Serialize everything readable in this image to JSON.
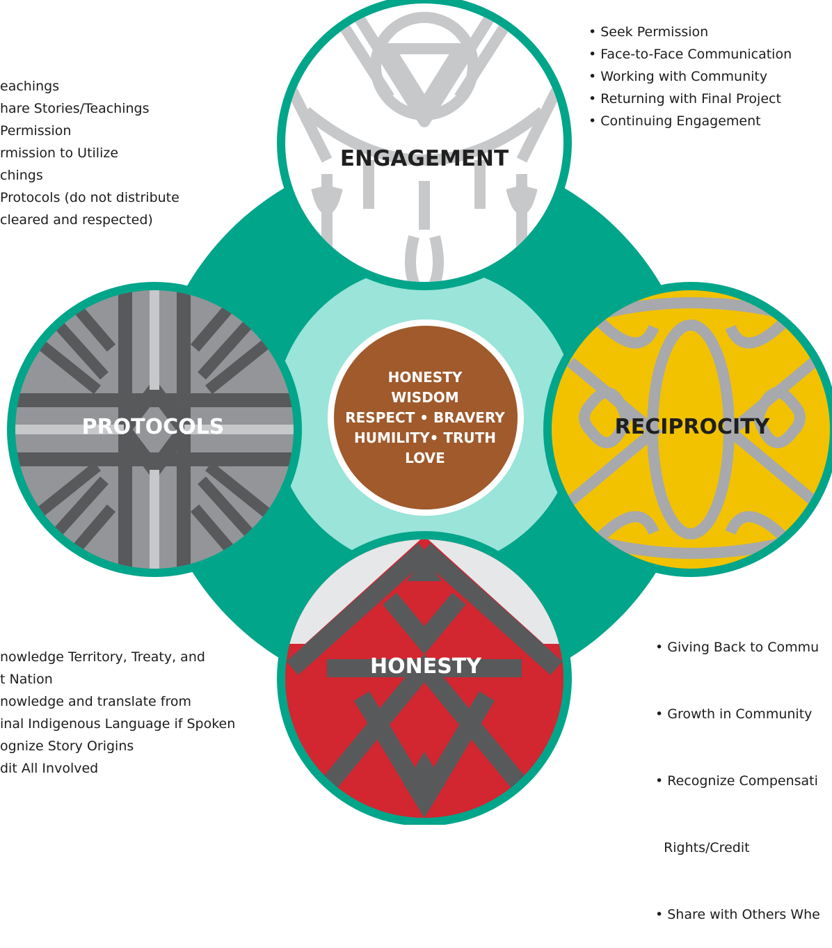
{
  "colors": {
    "ring": "#00A58A",
    "inner_ring": "#9AE4D9",
    "core": "#A05A2C",
    "engagement_bg": "#FFFFFF",
    "protocols_bg": "#939598",
    "reciprocity_bg": "#F2C200",
    "honesty_bg": "#D22630",
    "pattern_dark": "#58595B",
    "pattern_light": "#C7C8CA"
  },
  "center": {
    "lines": [
      "HONESTY",
      "WISDOM",
      "RESPECT • BRAVERY",
      "HUMILITY• TRUTH",
      "LOVE"
    ]
  },
  "engagement": {
    "title": "ENGAGEMENT",
    "icon": "dreamcatcher-icon",
    "items": [
      "• Seek Permission",
      "• Face-to-Face Communication",
      "• Working with Community",
      "• Returning with Final Project",
      "• Continuing Engagement"
    ]
  },
  "protocols": {
    "title": "PROTOCOLS",
    "icon": "woven-pattern-icon",
    "items": [
      "eachings",
      "hare Stories/Teachings",
      "Permission",
      "rmission to Utilize",
      "chings",
      "Protocols (do not distribute",
      "cleared and respected)"
    ]
  },
  "reciprocity": {
    "title": "RECIPROCITY",
    "icon": "knot-pattern-icon",
    "items": [
      "• Giving Back to Commu",
      "• Growth in Community",
      "• Recognize Compensati",
      "  Rights/Credit",
      "• Share with Others Whe"
    ]
  },
  "honesty": {
    "title": "HONESTY",
    "icon": "triangle-pattern-icon",
    "items": [
      "nowledge Territory, Treaty, and",
      "t Nation",
      "nowledge and translate from",
      "inal Indigenous Language if Spoken",
      "ognize Story Origins",
      "dit All Involved"
    ]
  }
}
